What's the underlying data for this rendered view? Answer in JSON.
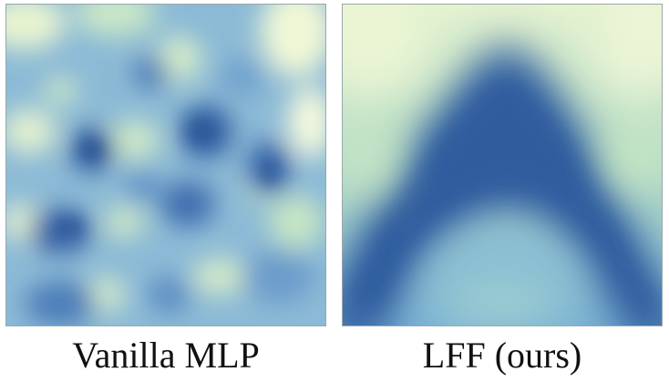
{
  "panels": [
    {
      "caption": "Vanilla MLP",
      "image": "noisy-blue-heatmap",
      "colormap": "YlGnBu"
    },
    {
      "caption": "LFF (ours)",
      "image": "smooth-arch-heatmap",
      "colormap": "YlGnBu"
    }
  ],
  "colors": {
    "light": "#f2f8d8",
    "mid_light": "#b3dec7",
    "mid": "#7fb2d6",
    "dark": "#2f5f9c",
    "darkest": "#274f8f"
  }
}
